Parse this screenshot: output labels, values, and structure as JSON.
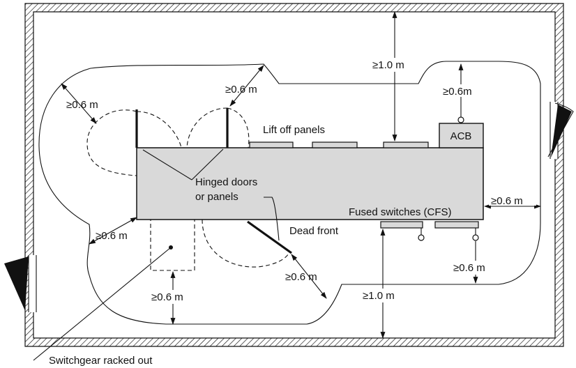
{
  "labels": {
    "lift_off_panels": "Lift off panels",
    "acb": "ACB",
    "hinged_doors_line1": "Hinged doors",
    "hinged_doors_line2": "or panels",
    "fused_switches": "Fused switches (CFS)",
    "dead_front": "Dead front",
    "switchgear_racked_out": "Switchgear racked out"
  },
  "clearances": {
    "top_left": "≥0.6 m",
    "top_hinged": "≥0.6 m",
    "top_center": "≥1.0 m",
    "acb_top": "≥0.6m",
    "right": "≥0.6 m",
    "left_bottom": "≥0.6 m",
    "racked_out": "≥0.6 m",
    "dead_front": "≥0.6 m",
    "bottom_center": "≥1.0 m",
    "cfs_bottom": "≥0.6 m"
  },
  "colors": {
    "switchgear_fill": "#d9d9d9",
    "wall_hatch": "#111111",
    "line": "#111111"
  }
}
